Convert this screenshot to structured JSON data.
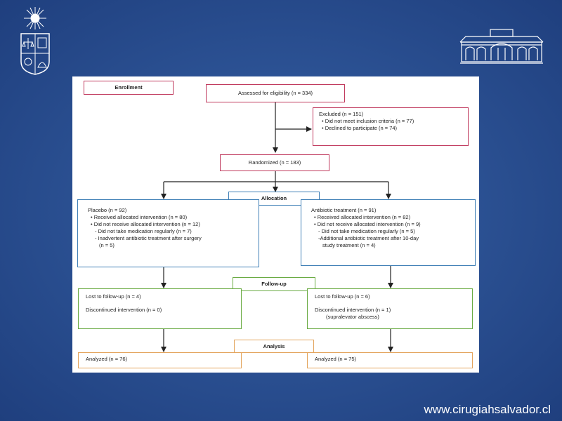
{
  "enrollment": {
    "label": "Enrollment"
  },
  "assessed": {
    "text": "Assessed for eligibility (n = 334)"
  },
  "excluded": {
    "title": "Excluded (n = 151)",
    "items": [
      "•  Did not meet inclusion criteria (n = 77)",
      "•  Declined to participate (n = 74)"
    ]
  },
  "randomized": {
    "text": "Randomized (n = 183)"
  },
  "allocation": {
    "label": "Allocation"
  },
  "placebo": {
    "title": "Placebo (n = 92)",
    "lines": [
      "•  Received allocated intervention (n = 80)",
      "•  Did not receive allocated intervention (n = 12)",
      "- Did not take medication regularly (n = 7)",
      "- Inadvertent antibiotic treatment after surgery",
      "(n = 5)"
    ]
  },
  "antibiotic": {
    "title": "Antibiotic treatment (n = 91)",
    "lines": [
      "•  Received allocated intervention (n = 82)",
      "•  Did not receive allocated intervention (n = 9)",
      "- Did not take medication regularly (n = 5)",
      "-Additional antibiotic treatment after 10-day",
      "study treatment (n = 4)"
    ]
  },
  "followup": {
    "label": "Follow-up"
  },
  "followup_left": {
    "lost": "Lost to follow-up (n = 4)",
    "discontinued": "Discontinued intervention (n = 0)"
  },
  "followup_right": {
    "lost": "Lost to follow-up (n = 6)",
    "discontinued": "Discontinued intervention (n = 1)",
    "note": "(supralevator abscess)"
  },
  "analysis": {
    "label": "Analysis"
  },
  "analyzed_left": {
    "text": "Analyzed (n = 76)"
  },
  "analyzed_right": {
    "text": "Analyzed (n = 75)"
  },
  "footer": {
    "url": "www.cirugiahsalvador.cl"
  },
  "colors": {
    "background": "#2c5294",
    "pink": "#c0395d",
    "blue": "#3f7fb6",
    "green": "#6aab43",
    "orange": "#e3a45c"
  },
  "icons": {
    "left_logo": "university-crest-icon",
    "right_logo": "hospital-building-icon"
  }
}
